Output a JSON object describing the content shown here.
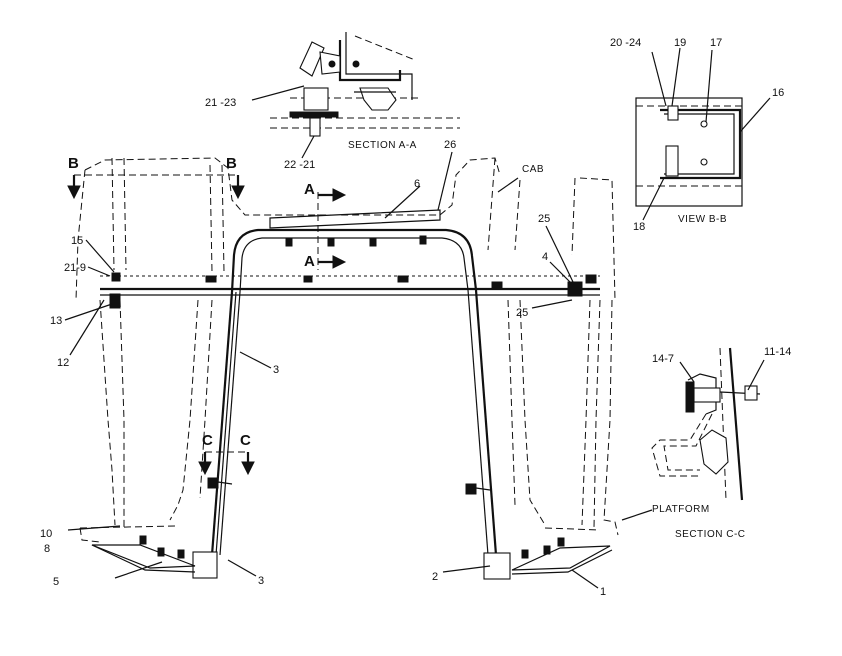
{
  "labels": {
    "l1": "1",
    "l2": "2",
    "l3a": "3",
    "l3b": "3",
    "l4": "4",
    "l5": "5",
    "l6": "6",
    "l8": "8",
    "l10": "10",
    "l11_14": "11-14",
    "l12": "12",
    "l13": "13",
    "l14_7": "14-7",
    "l15": "15",
    "l16": "16",
    "l17": "17",
    "l18": "18",
    "l19": "19",
    "l20_24": "20 -24",
    "l21_9": "21-9",
    "l21_23": "21 -23",
    "l22_21": "22 -21",
    "l25a": "25",
    "l25b": "25",
    "l26": "26"
  },
  "sections": {
    "a_top": "A",
    "a_bottom": "A",
    "b_left": "B",
    "b_right": "B",
    "c_left": "C",
    "c_right": "C"
  },
  "captions": {
    "section_aa": "SECTION A-A",
    "view_bb": "VIEW B-B",
    "section_cc": "SECTION C-C",
    "cab": "CAB",
    "platform": "PLATFORM"
  }
}
